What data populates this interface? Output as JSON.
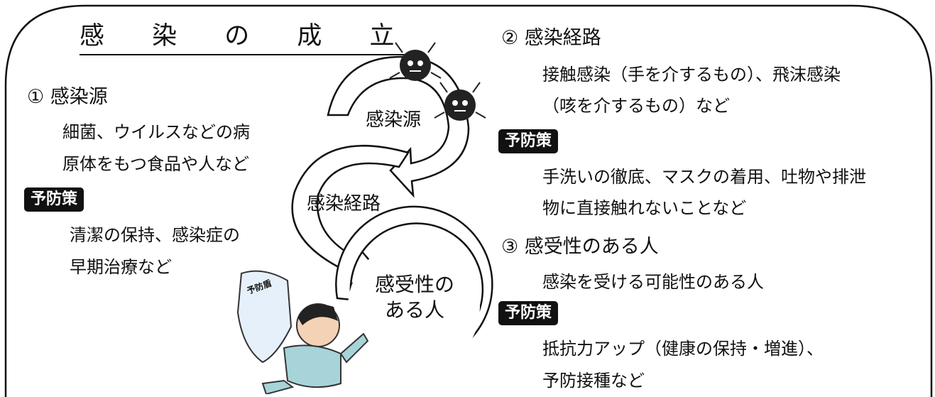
{
  "title": "感 染 の 成 立",
  "left": {
    "heading": "① 感染源",
    "desc_line1": "細菌、ウイルスなどの病",
    "desc_line2": "原体をもつ食品や人など",
    "badge": "予防策",
    "prevent_line1": "清潔の保持、感染症の",
    "prevent_line2": "早期治療など"
  },
  "diagram": {
    "source_label": "感染源",
    "route_label": "感染経路",
    "host_line1": "感受性の",
    "host_line2": "ある人",
    "shield_label": "予防盾"
  },
  "right": {
    "route_heading": "② 感染経路",
    "route_line1": "接触感染（手を介するもの）、飛沫感染",
    "route_line2": "（咳を介するもの）など",
    "badge1": "予防策",
    "route_prevent_line1": "手洗いの徹底、マスクの着用、吐物や排泄",
    "route_prevent_line2": "物に直接触れないことなど",
    "host_heading": "③ 感受性のある人",
    "host_line1": "感染を受ける可能性のある人",
    "badge2": "予防策",
    "host_prevent_line1": "抵抗力アップ（健康の保持・増進）、",
    "host_prevent_line2": "予防接種など"
  }
}
